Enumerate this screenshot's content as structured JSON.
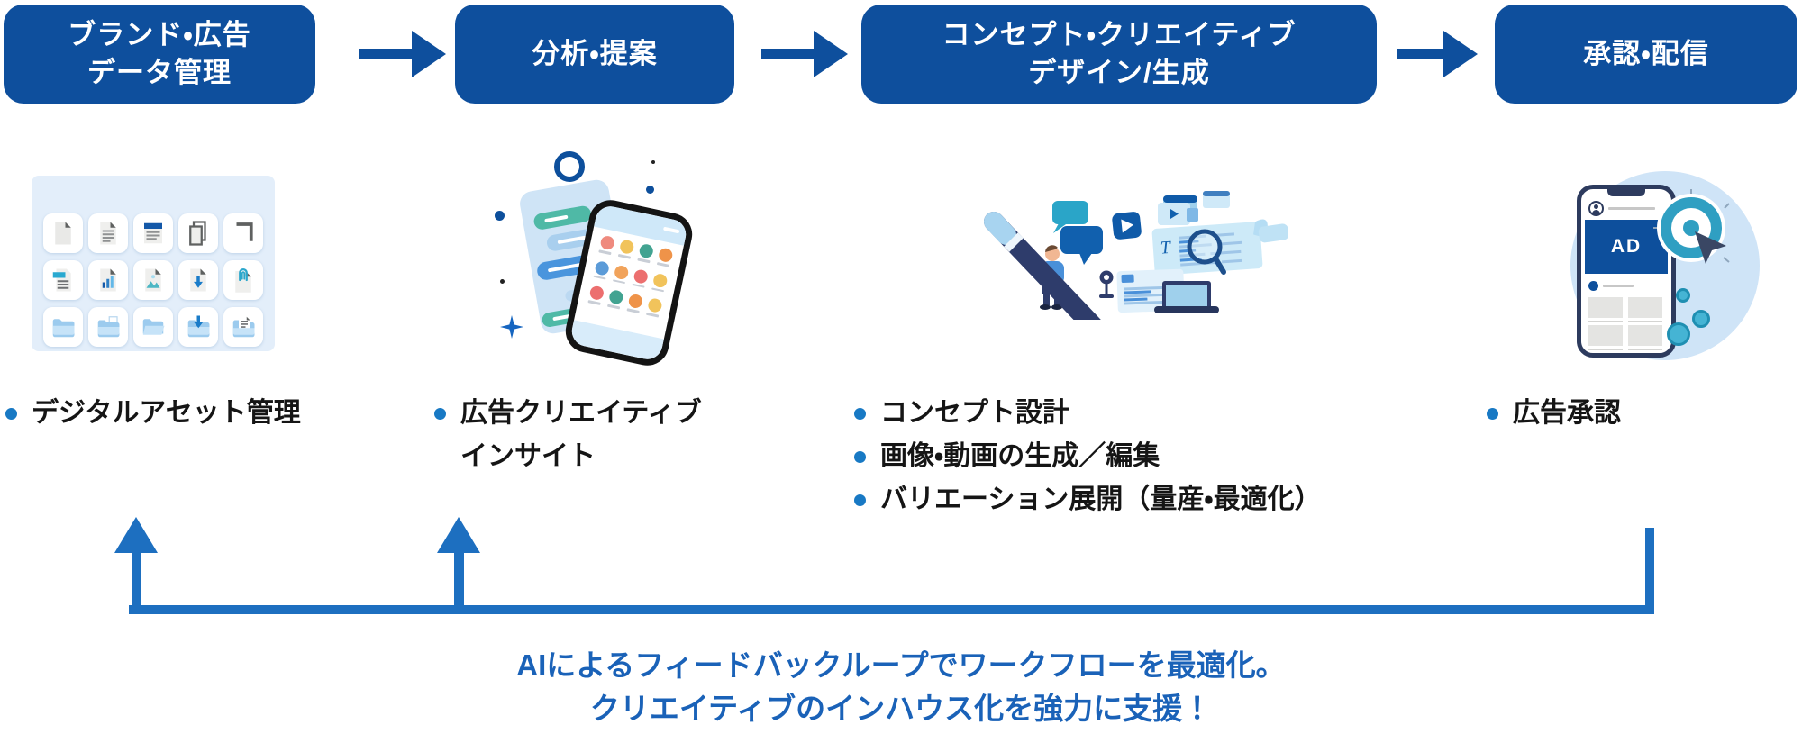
{
  "palette": {
    "stage_box_blue": "#0e4f9d",
    "flow_arrow_blue": "#0e4f9d",
    "loop_blue": "#1d6fc0",
    "bullet_dot_blue": "#1879c4",
    "caption_blue": "#1a62b8"
  },
  "stages": [
    {
      "title_lines": [
        "ブランド・広告",
        "データ管理"
      ],
      "bullets": [
        {
          "lines": [
            "デジタルアセット管理"
          ]
        }
      ]
    },
    {
      "title_lines": [
        "分析・提案"
      ],
      "bullets": [
        {
          "lines": [
            "広告クリエイティブ",
            "インサイト"
          ]
        }
      ]
    },
    {
      "title_lines": [
        "コンセプト・クリエイティブ",
        "デザイン/生成"
      ],
      "bullets": [
        {
          "lines": [
            "コンセプト設計"
          ]
        },
        {
          "lines": [
            "画像・動画の生成／編集"
          ]
        },
        {
          "lines": [
            "バリエーション展開（量産・最適化）"
          ]
        }
      ]
    },
    {
      "title_lines": [
        "承認・配信"
      ],
      "bullets": [
        {
          "lines": [
            "広告承認"
          ]
        }
      ],
      "phone_ad_label": "AD"
    }
  ],
  "caption": {
    "line1": "AIによるフィードバックループでワークフローを最適化。",
    "line2": "クリエイティブのインハウス化を強力に支援！"
  }
}
